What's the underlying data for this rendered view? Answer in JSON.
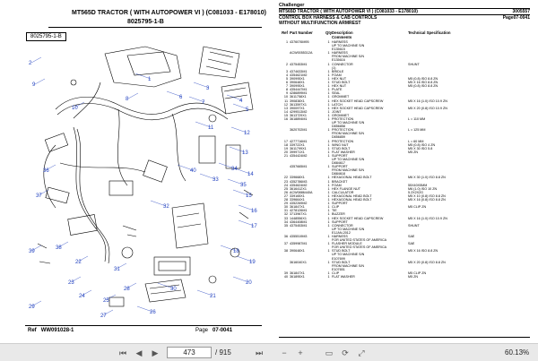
{
  "left_page": {
    "title": "MT565D   TRACTOR  ( WITH AUTOPOWER VI ) (C081033 - E178010)",
    "part_code": "8025795-1-B",
    "figure_label": "8025795-1-B",
    "footer_ref_label": "Ref",
    "footer_ref_value": "WW091028-1",
    "footer_page_label": "Page",
    "footer_page_value": "07-0041"
  },
  "right_page": {
    "brand": "Challenger",
    "header_title": "MT565D   TRACTOR  ( WITH AUTOPOWER VI ) (C081033 - E178010)",
    "header_code": "3005557",
    "header_line2_left": "CONTROL BOX HARNESS & CAB CONTROLS",
    "header_line2_right": "Page07-0041",
    "header_line3_left": "WITHOUT MULTIFUNCTION ARMREST",
    "columns": {
      "ref": "Ref",
      "part": "Part Number",
      "qty": "Qty",
      "desc": "Description",
      "spec": "Technical Specification",
      "comments": "Comments"
    },
    "rows": [
      {
        "ref": "1",
        "part": "4376076M95",
        "qty": "1",
        "desc": "HARNESS",
        "spec": ""
      },
      {
        "ref": "",
        "part": "",
        "qty": "",
        "desc": "UP TO MACHINE S/N",
        "spec": ""
      },
      {
        "ref": "",
        "part": "",
        "qty": "",
        "desc": "E135615",
        "spec": ""
      },
      {
        "ref": "",
        "part": "ACW0055312A",
        "qty": "1",
        "desc": "HARNESS",
        "spec": ""
      },
      {
        "ref": "",
        "part": "",
        "qty": "",
        "desc": "FROM MACHINE S/N",
        "spec": ""
      },
      {
        "ref": "",
        "part": "",
        "qty": "",
        "desc": "E135616",
        "spec": ""
      },
      {
        "ref": "2",
        "part": "4375453M1",
        "qty": "1",
        "desc": "CONNECTOR",
        "spec": "SHUNT"
      },
      {
        "ref": "",
        "part": "",
        "qty": "",
        "desc": "(1)",
        "spec": ""
      },
      {
        "ref": "3",
        "part": "4374633M1",
        "qty": "1",
        "desc": "BRIDLE",
        "spec": ""
      },
      {
        "ref": "4",
        "part": "4354621M2",
        "qty": "1",
        "desc": "FOAM",
        "spec": ""
      },
      {
        "ref": "5",
        "part": "390995X1",
        "qty": "1",
        "desc": "HEX NUT",
        "spec": "M5 (0.8) ISO 8.8 ZN"
      },
      {
        "ref": "6",
        "part": "390648X1",
        "qty": "1",
        "desc": "STUD BOLT",
        "spec": "M5 X 16 ISO 8.8 ZN"
      },
      {
        "ref": "7",
        "part": "390995X1",
        "qty": "1",
        "desc": "HEX NUT",
        "spec": "M5 (0.8) ISO 8.8 ZN"
      },
      {
        "ref": "8",
        "part": "4354447M1",
        "qty": "1",
        "desc": "PLATE",
        "spec": ""
      },
      {
        "ref": "9",
        "part": "4286899M1",
        "qty": "1",
        "desc": "SEAL",
        "spec": ""
      },
      {
        "ref": "10",
        "part": "3611758X1",
        "qty": "1",
        "desc": "GROMMET",
        "spec": ""
      },
      {
        "ref": "11",
        "part": "390838X1",
        "qty": "1",
        "desc": "HEX SOCKET HEAD CAPSCREW",
        "spec": "M5 X 16 (1.0) ISO 10.9 ZN"
      },
      {
        "ref": "12",
        "part": "3613597X1",
        "qty": "1",
        "desc": "LATCH",
        "spec": ""
      },
      {
        "ref": "13",
        "part": "390097X1",
        "qty": "1",
        "desc": "HEX SOCKET HEAD CAPSCREW",
        "spec": "M5 X 20 (0.8) ISO 10.9 ZN"
      },
      {
        "ref": "14",
        "part": "4299513M2",
        "qty": "1",
        "desc": "JOINT",
        "spec": ""
      },
      {
        "ref": "15",
        "part": "3613729X1",
        "qty": "1",
        "desc": "GROMMET",
        "spec": ""
      },
      {
        "ref": "16",
        "part": "3618894M1",
        "qty": "1",
        "desc": "PROTECTION",
        "spec": "L = 110 MM"
      },
      {
        "ref": "",
        "part": "",
        "qty": "",
        "desc": "UP TO MACHINE S/N",
        "spec": ""
      },
      {
        "ref": "",
        "part": "",
        "qty": "",
        "desc": "D856858",
        "spec": ""
      },
      {
        "ref": "",
        "part": "3620702M1",
        "qty": "1",
        "desc": "PROTECTION",
        "spec": "L = 125 MM"
      },
      {
        "ref": "",
        "part": "",
        "qty": "",
        "desc": "FROM MACHINE S/N",
        "spec": ""
      },
      {
        "ref": "",
        "part": "",
        "qty": "",
        "desc": "D856859",
        "spec": ""
      },
      {
        "ref": "17",
        "part": "4277716M1",
        "qty": "1",
        "desc": "PROTECTION",
        "spec": "L = 60 MM"
      },
      {
        "ref": "18",
        "part": "339722X1",
        "qty": "1",
        "desc": "WING NUT",
        "spec": "M5 (0.8) ISO 4 ZN"
      },
      {
        "ref": "19",
        "part": "3611799X1",
        "qty": "1",
        "desc": "STUD BOLT",
        "spec": "M5 X 30 ISO 5.8"
      },
      {
        "ref": "20",
        "part": "399971X1",
        "qty": "1",
        "desc": "FLAT WASHER",
        "spec": "M5 ZN"
      },
      {
        "ref": "21",
        "part": "4354424M2",
        "qty": "1",
        "desc": "SUPPORT",
        "spec": ""
      },
      {
        "ref": "",
        "part": "",
        "qty": "",
        "desc": "UP TO MACHINE S/N",
        "spec": ""
      },
      {
        "ref": "",
        "part": "",
        "qty": "",
        "desc": "D884617",
        "spec": ""
      },
      {
        "ref": "",
        "part": "4357665M1",
        "qty": "1",
        "desc": "SUPPORT",
        "spec": ""
      },
      {
        "ref": "",
        "part": "",
        "qty": "",
        "desc": "FROM MACHINE S/N",
        "spec": ""
      },
      {
        "ref": "",
        "part": "",
        "qty": "",
        "desc": "D884618",
        "spec": ""
      },
      {
        "ref": "22",
        "part": "339668X1",
        "qty": "1",
        "desc": "HEXAGONAL HEAD BOLT",
        "spec": "M6 X 30 (1.0) ISO 8.8 ZN"
      },
      {
        "ref": "23",
        "part": "4352786M3",
        "qty": "1",
        "desc": "BRACKET",
        "spec": ""
      },
      {
        "ref": "24",
        "part": "4354624M2",
        "qty": "1",
        "desc": "FOAM",
        "spec": "55X40X5MM"
      },
      {
        "ref": "25",
        "part": "3616412X1",
        "qty": "1",
        "desc": "HEX FLANGE NUT",
        "spec": "M6 (1.0) ISO 10 ZN"
      },
      {
        "ref": "26",
        "part": "ACW0886440A",
        "qty": "1",
        "desc": "CALCULATOR",
        "spec": "5.2X2X2G"
      },
      {
        "ref": "27",
        "part": "339165X1",
        "qty": "1",
        "desc": "HEXAGONAL HEAD BOLT",
        "spec": "M5 X 10 (0.8) ISO 8.8 ZN"
      },
      {
        "ref": "28",
        "part": "339664X1",
        "qty": "1",
        "desc": "HEXAGONAL HEAD BOLT",
        "spec": "M5 X 16 (0.8) ISO 8.8 ZN"
      },
      {
        "ref": "29",
        "part": "4352269M2",
        "qty": "1",
        "desc": "SUPPORT",
        "spec": ""
      },
      {
        "ref": "30",
        "part": "361847X1",
        "qty": "1",
        "desc": "CLIP",
        "spec": "M5 CLIP ZN"
      },
      {
        "ref": "31",
        "part": "4278126M1",
        "qty": "1",
        "desc": "TIE",
        "spec": ""
      },
      {
        "ref": "32",
        "part": "3713967X1",
        "qty": "1",
        "desc": "BUZZER",
        "spec": ""
      },
      {
        "ref": "33",
        "part": "1448556X1",
        "qty": "1",
        "desc": "HEX SOCKET HEAD CAPSCREW",
        "spec": "M5 X 16 (1.0) ISO 10.9 ZN"
      },
      {
        "ref": "34",
        "part": "4364408M1",
        "qty": "1",
        "desc": "SUPPORT",
        "spec": ""
      },
      {
        "ref": "35",
        "part": "4375453M1",
        "qty": "1",
        "desc": "CONNECTOR",
        "spec": "SHUNT"
      },
      {
        "ref": "",
        "part": "",
        "qty": "",
        "desc": "UP TO MACHINE S/N",
        "spec": ""
      },
      {
        "ref": "",
        "part": "",
        "qty": "",
        "desc": "E1JAN-2012",
        "spec": ""
      },
      {
        "ref": "36",
        "part": "4355519M3",
        "qty": "1",
        "desc": "HARNESS",
        "spec": "SAE"
      },
      {
        "ref": "",
        "part": "",
        "qty": "",
        "desc": "FOR UNITED STATES OF AMERICA",
        "spec": ""
      },
      {
        "ref": "37",
        "part": "4359987M1",
        "qty": "1",
        "desc": "FLASHER MODULE",
        "spec": "SAE"
      },
      {
        "ref": "",
        "part": "",
        "qty": "",
        "desc": "FOR UNITED STATES OF AMERICA",
        "spec": ""
      },
      {
        "ref": "38",
        "part": "390648X1",
        "qty": "1",
        "desc": "STUD BOLT",
        "spec": "M5 X 16 ISO 8.8 ZN"
      },
      {
        "ref": "",
        "part": "",
        "qty": "",
        "desc": "UP TO MACHINE S/N",
        "spec": ""
      },
      {
        "ref": "",
        "part": "",
        "qty": "",
        "desc": "E107699",
        "spec": ""
      },
      {
        "ref": "",
        "part": "3616040X1",
        "qty": "1",
        "desc": "STUD BOLT",
        "spec": "M5 X 20 (0.8) ISO 8.8 ZN"
      },
      {
        "ref": "",
        "part": "",
        "qty": "",
        "desc": "FROM MACHINE S/N",
        "spec": ""
      },
      {
        "ref": "",
        "part": "",
        "qty": "",
        "desc": "E107651",
        "spec": ""
      },
      {
        "ref": "39",
        "part": "361847X1",
        "qty": "1",
        "desc": "CLIP",
        "spec": "M5 CLIP ZN"
      },
      {
        "ref": "40",
        "part": "361895X1",
        "qty": "1",
        "desc": "FLAT WASHER",
        "spec": "M5 ZN"
      }
    ]
  },
  "callouts": [
    "1",
    "2",
    "3",
    "4",
    "5",
    "6",
    "7",
    "8",
    "9",
    "10",
    "11",
    "12",
    "13",
    "14",
    "15",
    "16",
    "17",
    "18",
    "19",
    "20",
    "21",
    "22",
    "23",
    "24",
    "25",
    "26",
    "27",
    "28",
    "29",
    "30",
    "31",
    "32",
    "33",
    "34",
    "35",
    "36",
    "37",
    "38",
    "39",
    "40"
  ],
  "viewer": {
    "current_page": "473",
    "page_total": "/ 915",
    "zoom": "60.13%",
    "icons": [
      "first-page-icon",
      "prev-page-icon",
      "next-page-icon",
      "last-page-icon",
      "zoom-out-icon",
      "zoom-in-icon",
      "fit-page-icon",
      "rotate-icon",
      "fullscreen-icon"
    ],
    "callout_color": "#1f3fbf"
  }
}
